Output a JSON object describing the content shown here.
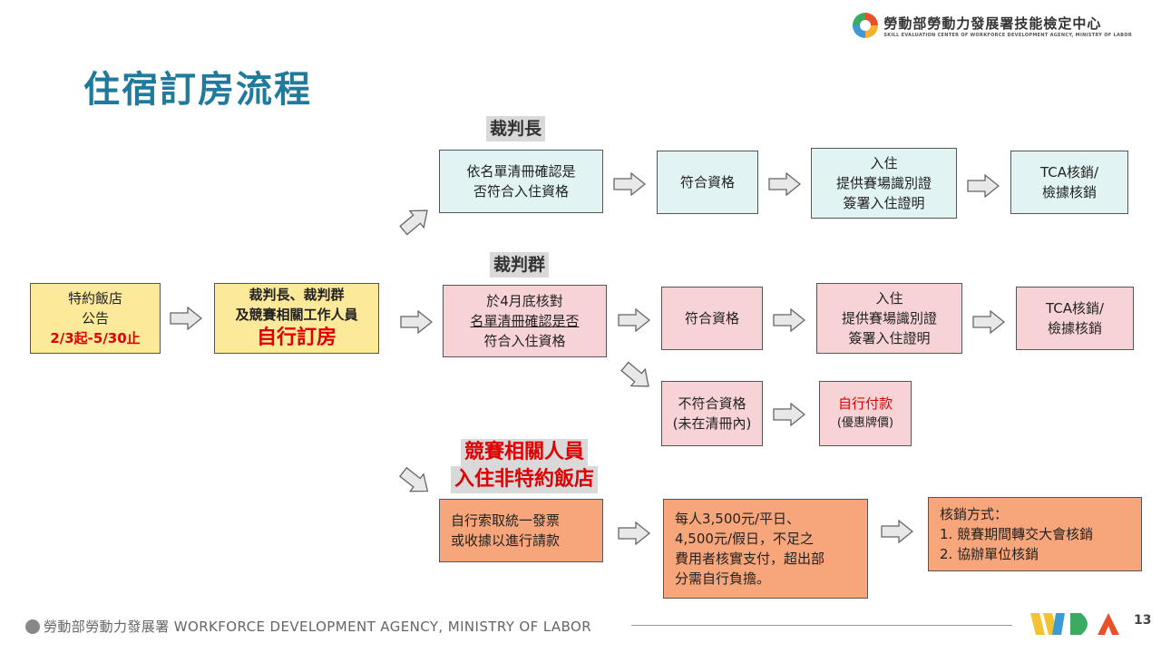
{
  "header": {
    "org_zh": "勞動部勞動力發展署技能檢定中心",
    "org_en": "SKILL EVALUATION CENTER OF WORKFORCE DEVELOPMENT AGENCY, MINISTRY OF LABOR"
  },
  "title": "住宿訂房流程",
  "start": {
    "l1": "特約飯店",
    "l2": "公告",
    "l3": "2/3起-5/30止"
  },
  "self_booking": {
    "l1": "裁判長、裁判群",
    "l2": "及競賽相關工作人員",
    "l3": "自行訂房"
  },
  "chief": {
    "label": "裁判長",
    "check_l1": "依名單清冊確認是",
    "check_l2": "否符合入住資格",
    "ok": "符合資格",
    "checkin_l1": "入住",
    "checkin_l2": "提供賽場識別證",
    "checkin_l3": "簽署入住證明",
    "tca_l1": "TCA核銷/",
    "tca_l2": "檢據核銷"
  },
  "judges": {
    "label": "裁判群",
    "check_l1": "於4月底核對",
    "check_l2": "名單清冊確認是否",
    "check_l3": "符合入住資格",
    "ok": "符合資格",
    "checkin_l1": "入住",
    "checkin_l2": "提供賽場識別證",
    "checkin_l3": "簽署入住證明",
    "tca_l1": "TCA核銷/",
    "tca_l2": "檢據核銷",
    "notok_l1": "不符合資格",
    "notok_l2": "(未在清冊內)",
    "self_pay_l1": "自行付款",
    "self_pay_l2": "(優惠牌價)"
  },
  "others": {
    "label_l1": "競賽相關人員",
    "label_l2": "入住非特約飯店",
    "invoice_l1": "自行索取統一發票",
    "invoice_l2": "或收據以進行請款",
    "rate_l1": "每人3,500元/平日、",
    "rate_l2": "4,500元/假日，不足之",
    "rate_l3": "費用者核實支付，超出部",
    "rate_l4": "分需自行負擔。",
    "method_l1": "核銷方式：",
    "method_l2": "1. 競賽期間轉交大會核銷",
    "method_l3": "2. 協辦單位核銷"
  },
  "footer": {
    "agency": "勞動部勞動力發展署 WORKFORCE DEVELOPMENT AGENCY, MINISTRY OF LABOR",
    "page": "13"
  },
  "colors": {
    "title": "#1f7a9c",
    "teal": "#e1f3f3",
    "pink": "#f7d3d6",
    "yellow": "#fce99a",
    "orange": "#f6a67a",
    "red": "#e00000"
  }
}
